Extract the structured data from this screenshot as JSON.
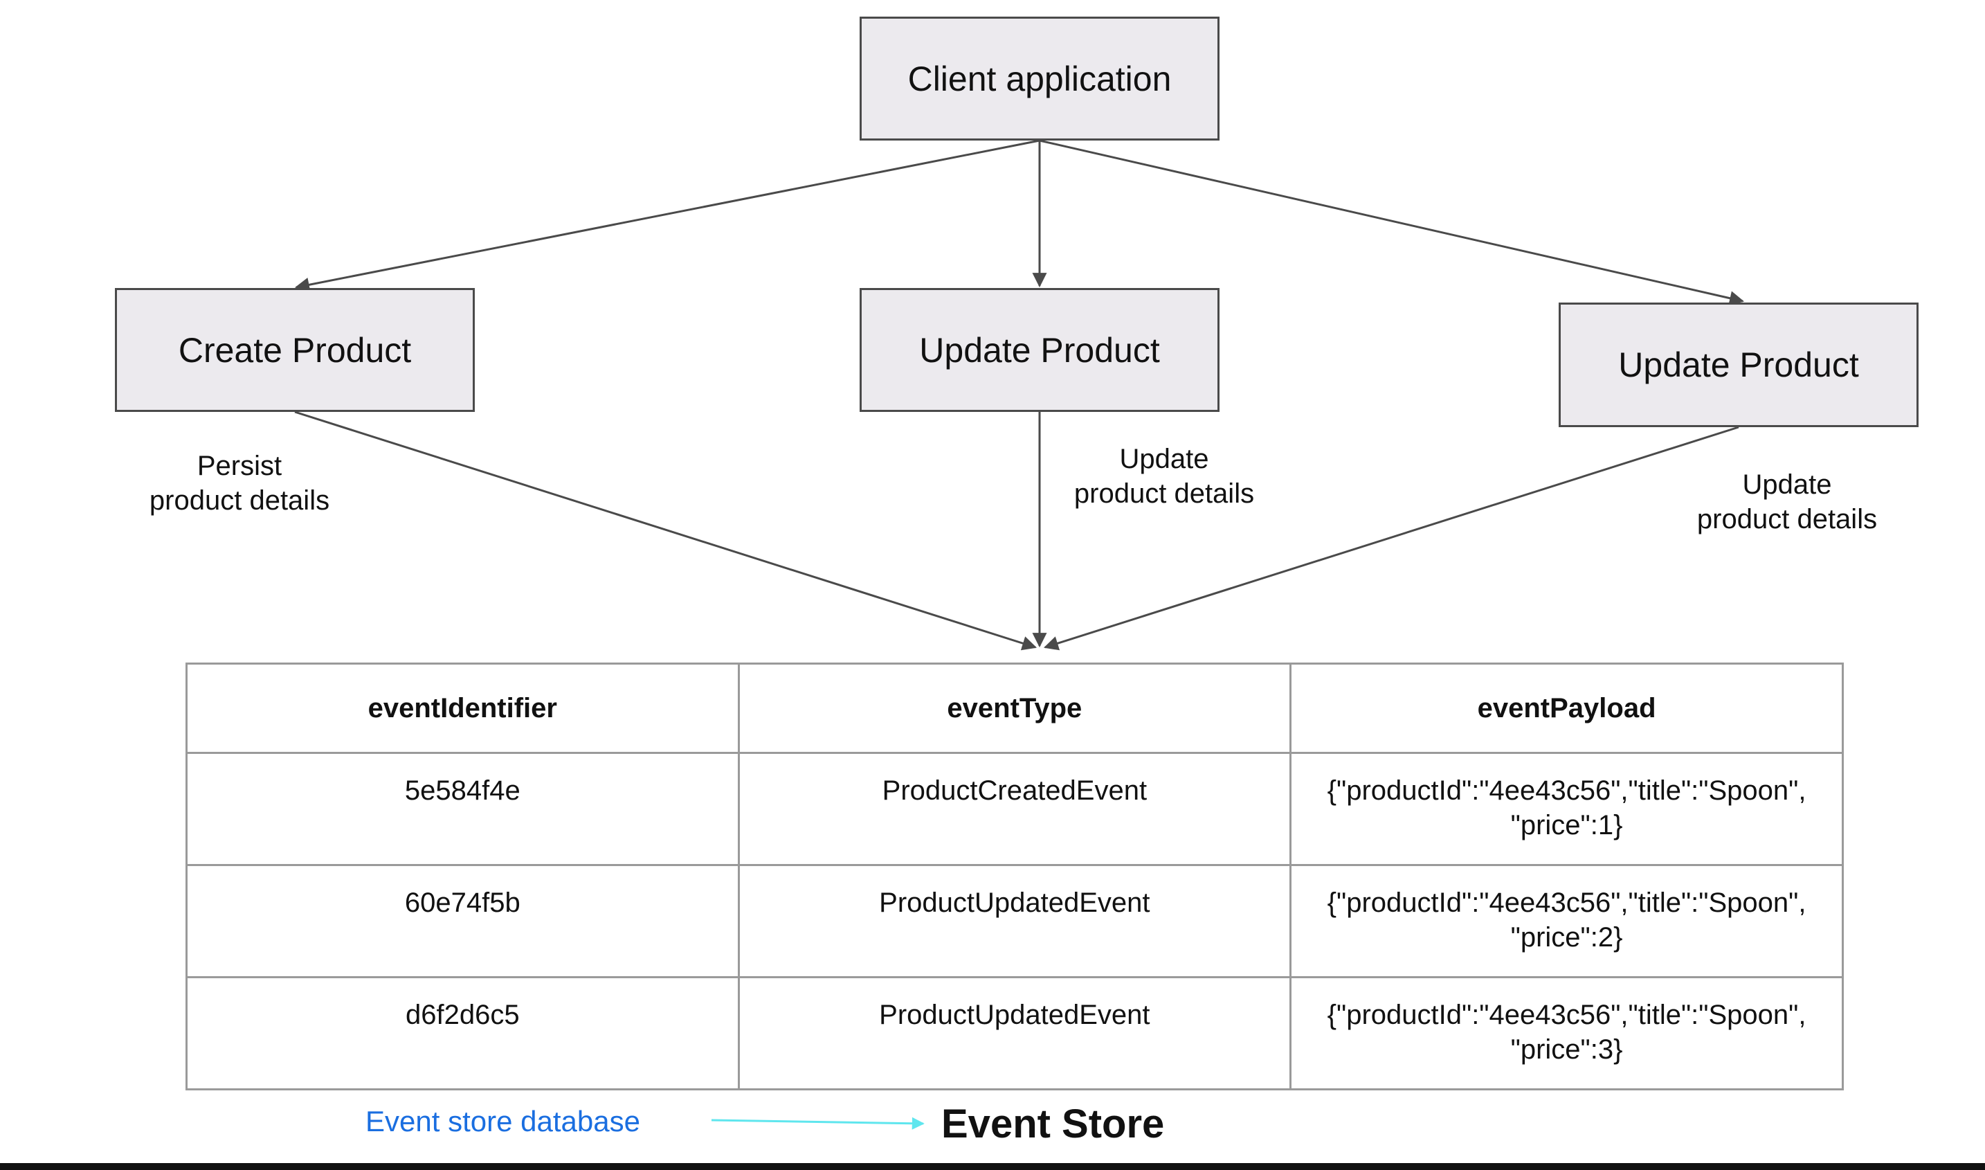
{
  "nodes": {
    "client": "Client application",
    "create": "Create Product",
    "update_1": "Update Product",
    "update_2": "Update Product"
  },
  "edge_labels": {
    "create": [
      "Persist",
      "product details"
    ],
    "update_1": [
      "Update",
      "product details"
    ],
    "update_2": [
      "Update",
      "product details"
    ]
  },
  "table": {
    "headers": [
      "eventIdentifier",
      "eventType",
      "eventPayload"
    ],
    "rows": [
      {
        "id": "5e584f4e",
        "type": "ProductCreatedEvent",
        "payload": [
          "{\"productId\":\"4ee43c56\",\"title\":\"Spoon\",",
          "\"price\":1}"
        ]
      },
      {
        "id": "60e74f5b",
        "type": "ProductUpdatedEvent",
        "payload": [
          "{\"productId\":\"4ee43c56\",\"title\":\"Spoon\",",
          "\"price\":2}"
        ]
      },
      {
        "id": "d6f2d6c5",
        "type": "ProductUpdatedEvent",
        "payload": [
          "{\"productId\":\"4ee43c56\",\"title\":\"Spoon\",",
          "\"price\":3}"
        ]
      }
    ]
  },
  "footer": {
    "db_label": "Event store database",
    "store_title": "Event Store"
  },
  "colors": {
    "node_fill": "#eceaee",
    "node_border": "#4a4a4a",
    "arrow": "#4a4a4a",
    "db_label": "#1a6ee0",
    "pointer_arrow": "#5fe6ee"
  }
}
